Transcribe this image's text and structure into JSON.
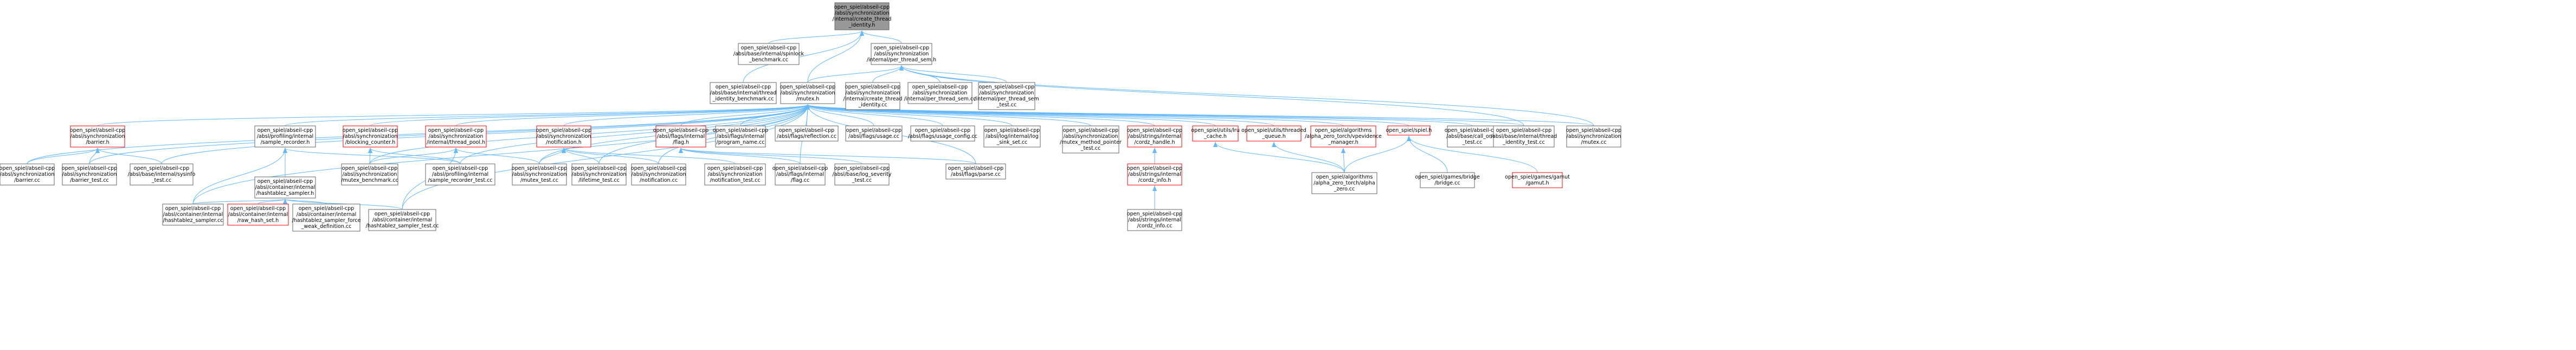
{
  "colors": {
    "root_fill": "#999999",
    "normal_border": "#666666",
    "red_border": "#ff0000",
    "edge": "#63b8ff"
  },
  "nodes": [
    {
      "id": "root",
      "style": "root",
      "lines": [
        "open_spiel/abseil-cpp",
        "/absl/synchronization",
        "/internal/create_thread",
        "_identity.h"
      ]
    },
    {
      "id": "spinlock",
      "style": "normal",
      "lines": [
        "open_spiel/abseil-cpp",
        "/absl/base/internal/spinlock",
        "_benchmark.cc"
      ]
    },
    {
      "id": "per_thread_sem_h",
      "style": "normal",
      "lines": [
        "open_spiel/abseil-cpp",
        "/absl/synchronization",
        "/internal/per_thread_sem.h"
      ]
    },
    {
      "id": "thread_id_bench",
      "style": "normal",
      "lines": [
        "open_spiel/abseil-cpp",
        "/absl/base/internal/thread",
        "_identity_benchmark.cc"
      ]
    },
    {
      "id": "mutex_h",
      "style": "normal",
      "lines": [
        "open_spiel/abseil-cpp",
        "/absl/synchronization",
        "/mutex.h"
      ]
    },
    {
      "id": "create_thread_cc",
      "style": "normal",
      "lines": [
        "open_spiel/abseil-cpp",
        "/absl/synchronization",
        "/internal/create_thread",
        "_identity.cc"
      ]
    },
    {
      "id": "per_thread_sem_cc",
      "style": "normal",
      "lines": [
        "open_spiel/abseil-cpp",
        "/absl/synchronization",
        "/internal/per_thread_sem.cc"
      ]
    },
    {
      "id": "per_thread_sem_test",
      "style": "normal",
      "lines": [
        "open_spiel/abseil-cpp",
        "/absl/synchronization",
        "/internal/per_thread_sem",
        "_test.cc"
      ]
    },
    {
      "id": "barrier_h",
      "style": "red",
      "lines": [
        "open_spiel/abseil-cpp",
        "/absl/synchronization",
        "/barrier.h"
      ]
    },
    {
      "id": "sample_recorder_h",
      "style": "normal",
      "lines": [
        "open_spiel/abseil-cpp",
        "/absl/profiling/internal",
        "/sample_recorder.h"
      ]
    },
    {
      "id": "blocking_counter_h",
      "style": "red",
      "lines": [
        "open_spiel/abseil-cpp",
        "/absl/synchronization",
        "/blocking_counter.h"
      ]
    },
    {
      "id": "thread_pool_h",
      "style": "red",
      "lines": [
        "open_spiel/abseil-cpp",
        "/absl/synchronization",
        "/internal/thread_pool.h"
      ]
    },
    {
      "id": "notification_h",
      "style": "red",
      "lines": [
        "open_spiel/abseil-cpp",
        "/absl/synchronization",
        "/notification.h"
      ]
    },
    {
      "id": "flag_h",
      "style": "red",
      "lines": [
        "open_spiel/abseil-cpp",
        "/absl/flags/internal",
        "/flag.h"
      ]
    },
    {
      "id": "program_name",
      "style": "normal",
      "lines": [
        "open_spiel/abseil-cpp",
        "/absl/flags/internal",
        "/program_name.cc"
      ]
    },
    {
      "id": "reflection",
      "style": "normal",
      "lines": [
        "open_spiel/abseil-cpp",
        "/absl/flags/reflection.cc"
      ]
    },
    {
      "id": "usage",
      "style": "normal",
      "lines": [
        "open_spiel/abseil-cpp",
        "/absl/flags/usage.cc"
      ]
    },
    {
      "id": "usage_config",
      "style": "normal",
      "lines": [
        "open_spiel/abseil-cpp",
        "/absl/flags/usage_config.cc"
      ]
    },
    {
      "id": "log_sink_set",
      "style": "normal",
      "lines": [
        "open_spiel/abseil-cpp",
        "/absl/log/internal/log",
        "_sink_set.cc"
      ]
    },
    {
      "id": "mutex_method_pointer",
      "style": "normal",
      "lines": [
        "open_spiel/abseil-cpp",
        "/absl/synchronization",
        "/mutex_method_pointer",
        "_test.cc"
      ]
    },
    {
      "id": "cordz_handle_h",
      "style": "red",
      "lines": [
        "open_spiel/abseil-cpp",
        "/absl/strings/internal",
        "/cordz_handle.h"
      ]
    },
    {
      "id": "lru_cache_h",
      "style": "red",
      "lines": [
        "open_spiel/utils/lru",
        "_cache.h"
      ]
    },
    {
      "id": "threaded_queue_h",
      "style": "red",
      "lines": [
        "open_spiel/utils/threaded",
        "_queue.h"
      ]
    },
    {
      "id": "evidence_manager_h",
      "style": "red",
      "lines": [
        "open_spiel/algorithms",
        "/alpha_zero_torch/vpevidence",
        "_manager.h"
      ]
    },
    {
      "id": "spiel_h",
      "style": "red",
      "lines": [
        "open_spiel/spiel.h"
      ]
    },
    {
      "id": "call_once_test",
      "style": "normal",
      "lines": [
        "open_spiel/abseil-cpp",
        "/absl/base/call_once",
        "_test.cc"
      ]
    },
    {
      "id": "thread_identity_test",
      "style": "normal",
      "lines": [
        "open_spiel/abseil-cpp",
        "/absl/base/internal/thread",
        "_identity_test.cc"
      ]
    },
    {
      "id": "mutex_cc",
      "style": "normal",
      "lines": [
        "open_spiel/abseil-cpp",
        "/absl/synchronization",
        "/mutex.cc"
      ]
    },
    {
      "id": "barrier_cc",
      "style": "normal",
      "lines": [
        "open_spiel/abseil-cpp",
        "/absl/synchronization",
        "/barrier.cc"
      ]
    },
    {
      "id": "barrier_test",
      "style": "normal",
      "lines": [
        "open_spiel/abseil-cpp",
        "/absl/synchronization",
        "/barrier_test.cc"
      ]
    },
    {
      "id": "sysinfo_test",
      "style": "normal",
      "lines": [
        "open_spiel/abseil-cpp",
        "/absl/base/internal/sysinfo",
        "_test.cc"
      ]
    },
    {
      "id": "hashtablez_sampler_h",
      "style": "normal",
      "lines": [
        "open_spiel/abseil-cpp",
        "/absl/container/internal",
        "/hashtablez_sampler.h"
      ]
    },
    {
      "id": "mutex_benchmark",
      "style": "normal",
      "lines": [
        "open_spiel/abseil-cpp",
        "/absl/synchronization",
        "/mutex_benchmark.cc"
      ]
    },
    {
      "id": "sample_recorder_test",
      "style": "normal",
      "lines": [
        "open_spiel/abseil-cpp",
        "/absl/profiling/internal",
        "/sample_recorder_test.cc"
      ]
    },
    {
      "id": "mutex_test",
      "style": "normal",
      "lines": [
        "open_spiel/abseil-cpp",
        "/absl/synchronization",
        "/mutex_test.cc"
      ]
    },
    {
      "id": "lifetime_test",
      "style": "normal",
      "lines": [
        "open_spiel/abseil-cpp",
        "/absl/synchronization",
        "/lifetime_test.cc"
      ]
    },
    {
      "id": "notification_cc",
      "style": "normal",
      "lines": [
        "open_spiel/abseil-cpp",
        "/absl/synchronization",
        "/notification.cc"
      ]
    },
    {
      "id": "notification_test",
      "style": "normal",
      "lines": [
        "open_spiel/abseil-cpp",
        "/absl/synchronization",
        "/notification_test.cc"
      ]
    },
    {
      "id": "flag_cc",
      "style": "normal",
      "lines": [
        "open_spiel/abseil-cpp",
        "/absl/flags/internal",
        "/flag.cc"
      ]
    },
    {
      "id": "log_severity_test",
      "style": "normal",
      "lines": [
        "open_spiel/abseil-cpp",
        "/absl/base/log_severity",
        "_test.cc"
      ]
    },
    {
      "id": "parse_cc",
      "style": "normal",
      "lines": [
        "open_spiel/abseil-cpp",
        "/absl/flags/parse.cc"
      ]
    },
    {
      "id": "cordz_info_h",
      "style": "red",
      "lines": [
        "open_spiel/abseil-cpp",
        "/absl/strings/internal",
        "/cordz_info.h"
      ]
    },
    {
      "id": "vpnet_cc",
      "style": "normal",
      "lines": [
        "open_spiel/algorithms",
        "/alpha_zero_torch/alpha",
        "_zero.cc"
      ]
    },
    {
      "id": "bridge_cc",
      "style": "normal",
      "lines": [
        "open_spiel/games/bridge",
        "/bridge.cc"
      ]
    },
    {
      "id": "gamut_h",
      "style": "red",
      "lines": [
        "open_spiel/games/gamut",
        "/gamut.h"
      ]
    },
    {
      "id": "hashtablez_sampler_cc",
      "style": "normal",
      "lines": [
        "open_spiel/abseil-cpp",
        "/absl/container/internal",
        "/hashtablez_sampler.cc"
      ]
    },
    {
      "id": "raw_hash_set_h",
      "style": "red",
      "lines": [
        "open_spiel/abseil-cpp",
        "/absl/container/internal",
        "/raw_hash_set.h"
      ]
    },
    {
      "id": "weak_definition",
      "style": "normal",
      "lines": [
        "open_spiel/abseil-cpp",
        "/absl/container/internal",
        "/hashtablez_sampler_force",
        "_weak_definition.cc"
      ]
    },
    {
      "id": "hashtablez_sampler_test",
      "style": "normal",
      "lines": [
        "open_spiel/abseil-cpp",
        "/absl/container/internal",
        "/hashtablez_sampler_test.cc"
      ]
    },
    {
      "id": "cordz_info_cc",
      "style": "normal",
      "lines": [
        "open_spiel/abseil-cpp",
        "/absl/strings/internal",
        "/cordz_info.cc"
      ]
    }
  ],
  "edges": [
    [
      "spinlock",
      "root"
    ],
    [
      "per_thread_sem_h",
      "root"
    ],
    [
      "thread_id_bench",
      "root"
    ],
    [
      "mutex_h",
      "root"
    ],
    [
      "create_thread_cc",
      "per_thread_sem_h"
    ],
    [
      "per_thread_sem_cc",
      "per_thread_sem_h"
    ],
    [
      "per_thread_sem_test",
      "per_thread_sem_h"
    ],
    [
      "mutex_h",
      "per_thread_sem_h"
    ],
    [
      "thread_identity_test",
      "per_thread_sem_h"
    ],
    [
      "mutex_cc",
      "per_thread_sem_h"
    ],
    [
      "barrier_h",
      "mutex_h"
    ],
    [
      "sample_recorder_h",
      "mutex_h"
    ],
    [
      "blocking_counter_h",
      "mutex_h"
    ],
    [
      "thread_pool_h",
      "mutex_h"
    ],
    [
      "notification_h",
      "mutex_h"
    ],
    [
      "flag_h",
      "mutex_h"
    ],
    [
      "program_name",
      "mutex_h"
    ],
    [
      "reflection",
      "mutex_h"
    ],
    [
      "usage",
      "mutex_h"
    ],
    [
      "usage_config",
      "mutex_h"
    ],
    [
      "log_sink_set",
      "mutex_h"
    ],
    [
      "mutex_method_pointer",
      "mutex_h"
    ],
    [
      "cordz_handle_h",
      "mutex_h"
    ],
    [
      "lru_cache_h",
      "mutex_h"
    ],
    [
      "threaded_queue_h",
      "mutex_h"
    ],
    [
      "evidence_manager_h",
      "mutex_h"
    ],
    [
      "spiel_h",
      "mutex_h"
    ],
    [
      "call_once_test",
      "mutex_h"
    ],
    [
      "thread_identity_test",
      "mutex_h"
    ],
    [
      "mutex_cc",
      "mutex_h"
    ],
    [
      "barrier_cc",
      "mutex_h"
    ],
    [
      "barrier_test",
      "mutex_h"
    ],
    [
      "sysinfo_test",
      "mutex_h"
    ],
    [
      "hashtablez_sampler_cc",
      "mutex_h"
    ],
    [
      "mutex_benchmark",
      "mutex_h"
    ],
    [
      "sample_recorder_test",
      "mutex_h"
    ],
    [
      "mutex_test",
      "mutex_h"
    ],
    [
      "lifetime_test",
      "mutex_h"
    ],
    [
      "notification_cc",
      "mutex_h"
    ],
    [
      "flag_cc",
      "mutex_h"
    ],
    [
      "parse_cc",
      "mutex_h"
    ],
    [
      "hashtablez_sampler_test",
      "mutex_h"
    ],
    [
      "barrier_cc",
      "barrier_h"
    ],
    [
      "barrier_test",
      "barrier_h"
    ],
    [
      "sysinfo_test",
      "barrier_h"
    ],
    [
      "hashtablez_sampler_h",
      "sample_recorder_h"
    ],
    [
      "sample_recorder_test",
      "sample_recorder_h"
    ],
    [
      "hashtablez_sampler_cc",
      "sample_recorder_h"
    ],
    [
      "mutex_benchmark",
      "blocking_counter_h"
    ],
    [
      "sample_recorder_test",
      "blocking_counter_h"
    ],
    [
      "mutex_benchmark",
      "thread_pool_h"
    ],
    [
      "mutex_test",
      "thread_pool_h"
    ],
    [
      "hashtablez_sampler_test",
      "thread_pool_h"
    ],
    [
      "mutex_test",
      "notification_h"
    ],
    [
      "lifetime_test",
      "notification_h"
    ],
    [
      "notification_cc",
      "notification_h"
    ],
    [
      "notification_test",
      "notification_h"
    ],
    [
      "log_severity_test",
      "flag_h"
    ],
    [
      "flag_cc",
      "flag_h"
    ],
    [
      "parse_cc",
      "flag_h"
    ],
    [
      "cordz_info_h",
      "cordz_handle_h"
    ],
    [
      "cordz_info_cc",
      "cordz_handle_h"
    ],
    [
      "cordz_info_cc",
      "cordz_info_h"
    ],
    [
      "vpnet_cc",
      "lru_cache_h"
    ],
    [
      "vpnet_cc",
      "threaded_queue_h"
    ],
    [
      "vpnet_cc",
      "evidence_manager_h"
    ],
    [
      "vpnet_cc",
      "spiel_h"
    ],
    [
      "bridge_cc",
      "spiel_h"
    ],
    [
      "gamut_h",
      "spiel_h"
    ],
    [
      "hashtablez_sampler_cc",
      "hashtablez_sampler_h"
    ],
    [
      "raw_hash_set_h",
      "hashtablez_sampler_h"
    ],
    [
      "weak_definition",
      "hashtablez_sampler_h"
    ],
    [
      "hashtablez_sampler_test",
      "hashtablez_sampler_h"
    ]
  ]
}
